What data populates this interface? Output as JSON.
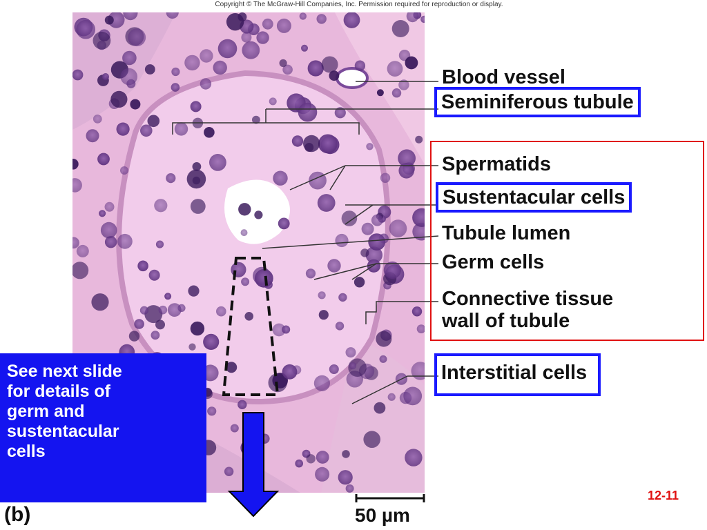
{
  "copyright": "Copyright © The McGraw-Hill Companies, Inc. Permission required for reproduction or display.",
  "labels": {
    "blood_vessel": "Blood vessel",
    "seminiferous_tubule": "Seminiferous tubule",
    "spermatids": "Spermatids",
    "sustentacular_cells": "Sustentacular cells",
    "tubule_lumen": "Tubule lumen",
    "germ_cells": "Germ cells",
    "connective_tissue": "Connective tissue\nwall of tubule",
    "interstitial_cells": "Interstitial cells"
  },
  "note": "See next slide\nfor details of\ngerm and\nsustentacular\ncells",
  "panel_letter": "(b)",
  "scale_bar": "50 µm",
  "slide_number": "12-11",
  "colors": {
    "blue_box": "#1a1aff",
    "red_frame": "#e01010",
    "note_bg": "#1414f0",
    "tissue": "#e8b8dc",
    "nucleus": "#6a3c8c"
  }
}
